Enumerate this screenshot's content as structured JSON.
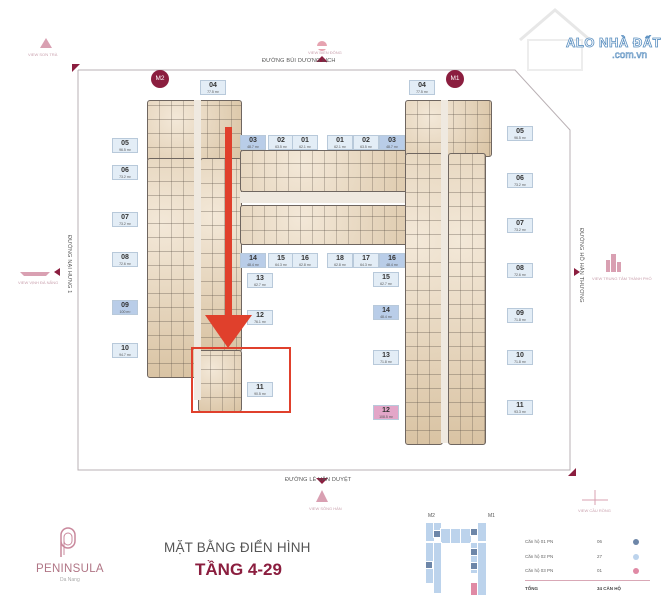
{
  "watermark": {
    "brand": "ALO NHÀ ĐẤT",
    "domain": ".com.vn"
  },
  "streets": {
    "top": "ĐƯỜNG BÙI DƯƠNG LỊCH",
    "bottom": "ĐƯỜNG LÊ VĂN DUYỆT",
    "left": "ĐƯỜNG NẠI HƯNG 1",
    "right": "ĐƯỜNG HỒ HÁN THƯƠNG"
  },
  "views": {
    "top": "VIEW BIỂN ĐÔNG",
    "top_left": "VIEW SƠN TRÀ",
    "left": "VIEW VỊNH ĐÀ NẴNG",
    "right": "VIEW TRUNG TÂM THÀNH PHỐ",
    "bottom": "VIEW SÔNG HÀN",
    "bottom_right": "VIEW CẦU RỒNG"
  },
  "towers": {
    "m2": {
      "name": "M2",
      "units": [
        {
          "no": "04",
          "area": "77.5 m²",
          "type": "2PN"
        },
        {
          "no": "05",
          "area": "96.5 m²",
          "type": "2PN"
        },
        {
          "no": "06",
          "area": "73.2 m²",
          "type": "2PN"
        },
        {
          "no": "07",
          "area": "73.2 m²",
          "type": "2PN"
        },
        {
          "no": "08",
          "area": "72.6 m²",
          "type": "2PN"
        },
        {
          "no": "09",
          "area": "100 m²",
          "type": "1PN"
        },
        {
          "no": "10",
          "area": "94.7 m²",
          "type": "2PN"
        },
        {
          "no": "11",
          "area": "90.5 m²",
          "type": "2PN"
        },
        {
          "no": "12",
          "area": "76.1 m²",
          "type": "2PN"
        },
        {
          "no": "13",
          "area": "62.7 m²",
          "type": "2PN"
        },
        {
          "no": "14",
          "area": "48.4 m²",
          "type": "1PN"
        },
        {
          "no": "15",
          "area": "64.3 m²",
          "type": "2PN"
        },
        {
          "no": "16",
          "area": "62.8 m²",
          "type": "2PN"
        },
        {
          "no": "03",
          "area": "48.7 m²",
          "type": "1PN"
        },
        {
          "no": "02",
          "area": "63.5 m²",
          "type": "2PN"
        },
        {
          "no": "01",
          "area": "62.1 m²",
          "type": "2PN"
        }
      ]
    },
    "m1": {
      "name": "M1",
      "units": [
        {
          "no": "01",
          "area": "62.1 m²",
          "type": "2PN"
        },
        {
          "no": "02",
          "area": "63.5 m²",
          "type": "2PN"
        },
        {
          "no": "03",
          "area": "48.7 m²",
          "type": "1PN"
        },
        {
          "no": "04",
          "area": "77.5 m²",
          "type": "2PN"
        },
        {
          "no": "05",
          "area": "96.5 m²",
          "type": "2PN"
        },
        {
          "no": "06",
          "area": "73.2 m²",
          "type": "2PN"
        },
        {
          "no": "07",
          "area": "73.2 m²",
          "type": "2PN"
        },
        {
          "no": "08",
          "area": "72.6 m²",
          "type": "2PN"
        },
        {
          "no": "09",
          "area": "71.8 m²",
          "type": "2PN"
        },
        {
          "no": "10",
          "area": "71.8 m²",
          "type": "2PN"
        },
        {
          "no": "11",
          "area": "93.3 m²",
          "type": "2PN"
        },
        {
          "no": "12",
          "area": "108.5 m²",
          "type": "3PN"
        },
        {
          "no": "13",
          "area": "71.8 m²",
          "type": "2PN"
        },
        {
          "no": "14",
          "area": "48.4 m²",
          "type": "1PN"
        },
        {
          "no": "15",
          "area": "62.7 m²",
          "type": "2PN"
        },
        {
          "no": "16",
          "area": "48.4 m²",
          "type": "1PN"
        },
        {
          "no": "17",
          "area": "64.3 m²",
          "type": "2PN"
        },
        {
          "no": "18",
          "area": "62.8 m²",
          "type": "2PN"
        }
      ]
    }
  },
  "highlight": {
    "unit": "M2-11",
    "color": "#e0402c"
  },
  "logo": {
    "name": "PENINSULA",
    "sub": "Da Nang"
  },
  "title": {
    "line1": "MẶT BẰNG ĐIỂN HÌNH",
    "line2": "TẦNG 4-29"
  },
  "legend": {
    "rows": [
      {
        "label": "Căn hộ 01 PN",
        "count": "06",
        "color": "#6d86a8"
      },
      {
        "label": "Căn hộ 02 PN",
        "count": "27",
        "color": "#bcd3ec"
      },
      {
        "label": "Căn hộ 03 PN",
        "count": "01",
        "color": "#e08aa5"
      }
    ],
    "total_label": "TỔNG",
    "total_value": "34 CĂN HỘ"
  },
  "colors": {
    "brand": "#8b1e3f",
    "label_bg": "#e3edf6",
    "label_1pn": "#b9cde8",
    "label_3pn": "#e3a6c8"
  }
}
